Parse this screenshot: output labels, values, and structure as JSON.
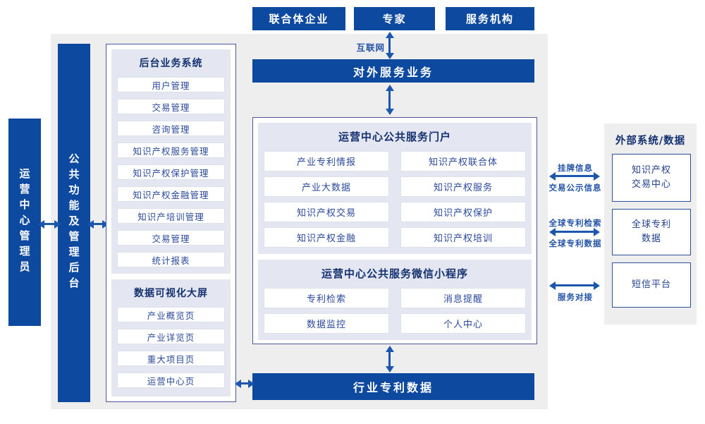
{
  "colors": {
    "primary_blue": "#0d4a9f",
    "arrow_blue": "#1d57ad",
    "panel_border": "#4d569e",
    "section_bg": "#e4e7f2",
    "title_text": "#13306f",
    "item_text": "#2b4a9c",
    "label_text": "#2253a8",
    "backdrop_gray": "#eeeeef"
  },
  "top_actors": {
    "items": [
      "联合体企业",
      "专家",
      "服务机构"
    ]
  },
  "internet_label": "互联网",
  "external_service_bar": "对外服务业务",
  "left_rails": {
    "admin": "运营中心管理员",
    "backend": "公共功能及管理后台"
  },
  "backend_system": {
    "title": "后台业务系统",
    "items": [
      "用户管理",
      "交易管理",
      "咨询管理",
      "知识产权服务管理",
      "知识产权保护管理",
      "知识产权金融管理",
      "知识产培训管理",
      "交易管理",
      "统计报表"
    ]
  },
  "dashboard": {
    "title": "数据可视化大屏",
    "items": [
      "产业概览页",
      "产业详览页",
      "重大项目页",
      "运营中心页"
    ]
  },
  "portal": {
    "title": "运营中心公共服务门户",
    "items": [
      "产业专利情报",
      "知识产权联合体",
      "产业大数据",
      "知识产权服务",
      "知识产权交易",
      "知识产权保护",
      "知识产权金融",
      "知识产权培训"
    ]
  },
  "miniprogram": {
    "title": "运营中心公共服务微信小程序",
    "items": [
      "专利检索",
      "消息提醒",
      "数据监控",
      "个人中心"
    ]
  },
  "industry_data_bar": "行业专利数据",
  "external_systems": {
    "title": "外部系统/数据",
    "boxes": [
      "知识产权\n交易中心",
      "全球专利\n数据",
      "短信平台"
    ],
    "link_labels": {
      "listing_info": "挂牌信息",
      "transaction_publicity": "交易公示信息",
      "global_patent_search": "全球专利检索",
      "global_patent_data": "全球专利数据",
      "service_connection": "服务对接"
    }
  }
}
